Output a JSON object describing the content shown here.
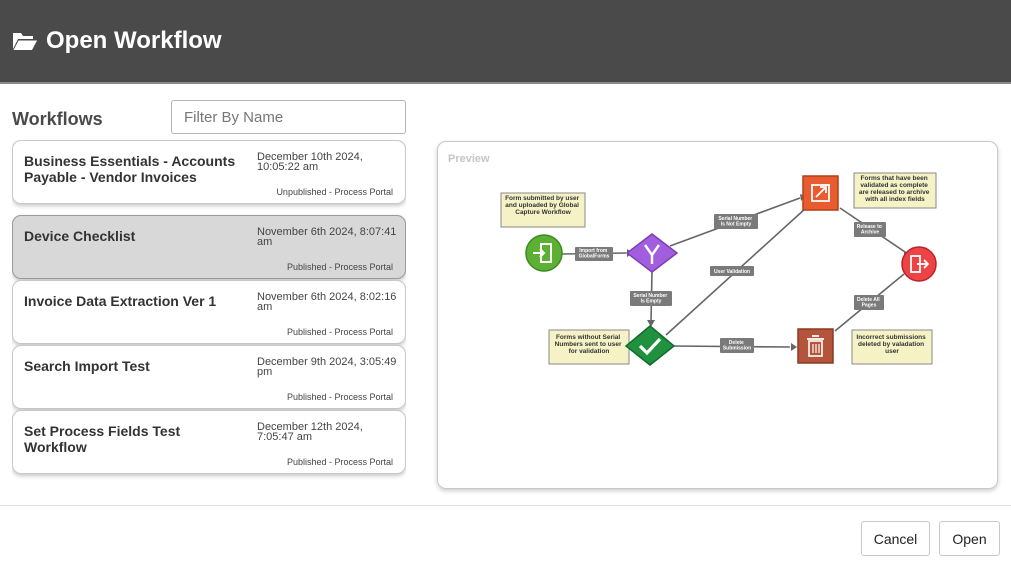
{
  "dialog": {
    "title": "Open Workflow",
    "section_title": "Workflows",
    "filter_placeholder": "Filter By Name",
    "cancel_label": "Cancel",
    "open_label": "Open"
  },
  "workflows": [
    {
      "name": "Business Essentials - Accounts Payable - Vendor Invoices",
      "date": "December 10th 2024, 10:05:22 am",
      "status": "Unpublished - Process Portal",
      "selected": false
    },
    {
      "name": "Device Checklist",
      "date": "November 6th 2024, 8:07:41 am",
      "status": "Published - Process Portal",
      "selected": true
    },
    {
      "name": "Invoice Data Extraction Ver 1",
      "date": "November 6th 2024, 8:02:16 am",
      "status": "Published - Process Portal",
      "selected": false
    },
    {
      "name": "Search Import Test",
      "date": "December 9th 2024, 3:05:49 pm",
      "status": "Published - Process Portal",
      "selected": false
    },
    {
      "name": "Set Process Fields Test Workflow",
      "date": "December 12th 2024, 7:05:47 am",
      "status": "Published - Process Portal",
      "selected": false
    }
  ],
  "preview": {
    "label": "Preview",
    "notes": {
      "start": [
        "Form submitted by user",
        "and uploaded by Global",
        "Capture Workflow"
      ],
      "archive": [
        "Forms that have been",
        "validated as complete",
        "are released to archive",
        "with all index fields"
      ],
      "validation": [
        "Forms without Serial",
        "Numbers sent to user",
        "for validation"
      ],
      "delete": [
        "Incorrect submissions",
        "deleted by valadation",
        "user"
      ]
    },
    "edges": {
      "import": [
        "Import from",
        "GlobalForms"
      ],
      "not_empty": [
        "Serial Number",
        "Is Not Empty"
      ],
      "is_empty": [
        "Serial Number",
        "Is Empty"
      ],
      "user_validation": [
        "User Validation"
      ],
      "release": [
        "Release to",
        "Archive"
      ],
      "delete_submission": [
        "Delete",
        "Submission"
      ],
      "delete_pages": [
        "Delete All",
        "Pages"
      ]
    },
    "colors": {
      "start": "#5cb135",
      "decision": "#a35ee0",
      "validate": "#20913e",
      "export": "#e85c2f",
      "delete": "#b4553b",
      "end": "#ee4346",
      "note_fill": "#f5f2c6",
      "edge_label": "#7a7a7a"
    }
  }
}
